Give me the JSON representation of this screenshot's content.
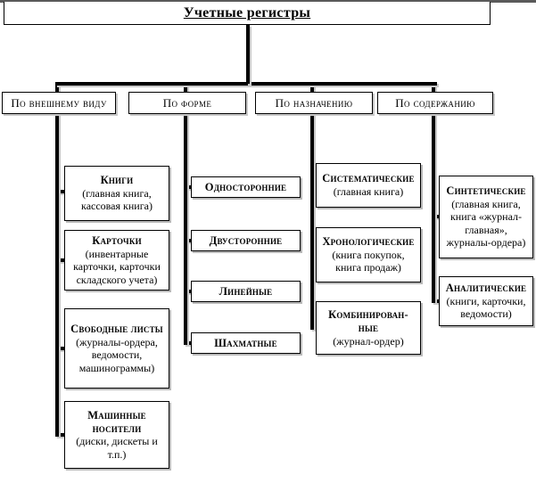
{
  "title": "Учетные регистры",
  "columns": [
    {
      "header": "По внешнему виду",
      "items": [
        {
          "title": "Книги",
          "note": "(главная книга, кассовая книга)"
        },
        {
          "title": "Карточки",
          "note": "(инвентарные карточки, карточки складского учета)"
        },
        {
          "title": "Свободные листы",
          "note": "(журналы-ордера, ведомости, машинограммы)"
        },
        {
          "title": "Машинные носители",
          "note": "(диски, дискеты и т.п.)"
        }
      ]
    },
    {
      "header": "По форме",
      "items": [
        {
          "title": "Односторонние",
          "note": ""
        },
        {
          "title": "Двусторонние",
          "note": ""
        },
        {
          "title": "Линейные",
          "note": ""
        },
        {
          "title": "Шахматные",
          "note": ""
        }
      ]
    },
    {
      "header": "По назначению",
      "items": [
        {
          "title": "Систематические",
          "note": "(главная книга)"
        },
        {
          "title": "Комбинирован-ные",
          "note": "(журнал-ордер)"
        },
        {
          "title": "Хронологические",
          "note": "(книга покупок, книга продаж)"
        }
      ]
    },
    {
      "header": "По содержанию",
      "items": [
        {
          "title": "Синтетические",
          "note": "(главная книга, книга «журнал-главная», журналы-ордера)"
        },
        {
          "title": "Аналитические",
          "note": "(книги, карточки, ведомости)"
        }
      ]
    }
  ],
  "colors": {
    "line": "#000000",
    "shadow": "#c9c9c9",
    "background": "#ffffff",
    "text": "#000000",
    "top_bar": "#5a5a5a"
  }
}
